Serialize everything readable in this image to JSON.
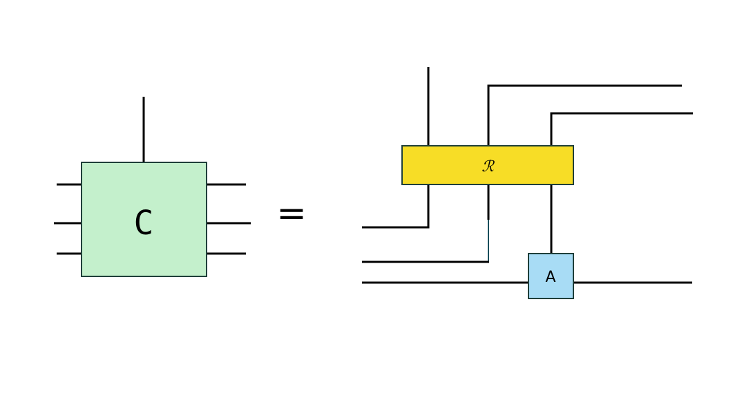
{
  "diagram": {
    "left": {
      "box_label": "C"
    },
    "equals_sign": "=",
    "right": {
      "r_box_label": "ℛ",
      "a_box_label": "A"
    }
  },
  "colors": {
    "green_box": "#c4f0cc",
    "yellow_box": "#f7dd26",
    "blue_box": "#a8dcf5",
    "wire": "#000000",
    "outline": "#1f3f3a"
  }
}
